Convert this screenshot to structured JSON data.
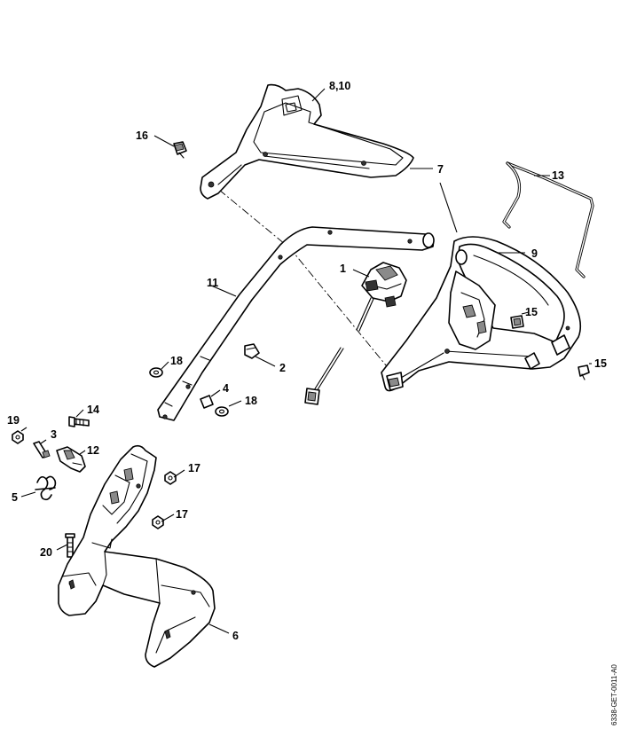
{
  "callouts": {
    "c1": "1",
    "c2": "2",
    "c3": "3",
    "c4": "4",
    "c5": "5",
    "c6": "6",
    "c7": "7",
    "c8_10": "8,10",
    "c9": "9",
    "c11": "11",
    "c12": "12",
    "c13": "13",
    "c14": "14",
    "c15a": "15",
    "c15b": "15",
    "c16": "16",
    "c17a": "17",
    "c17b": "17",
    "c18a": "18",
    "c18b": "18",
    "c19": "19",
    "c20": "20"
  },
  "doc_id": "6338-GET-0011-A0"
}
